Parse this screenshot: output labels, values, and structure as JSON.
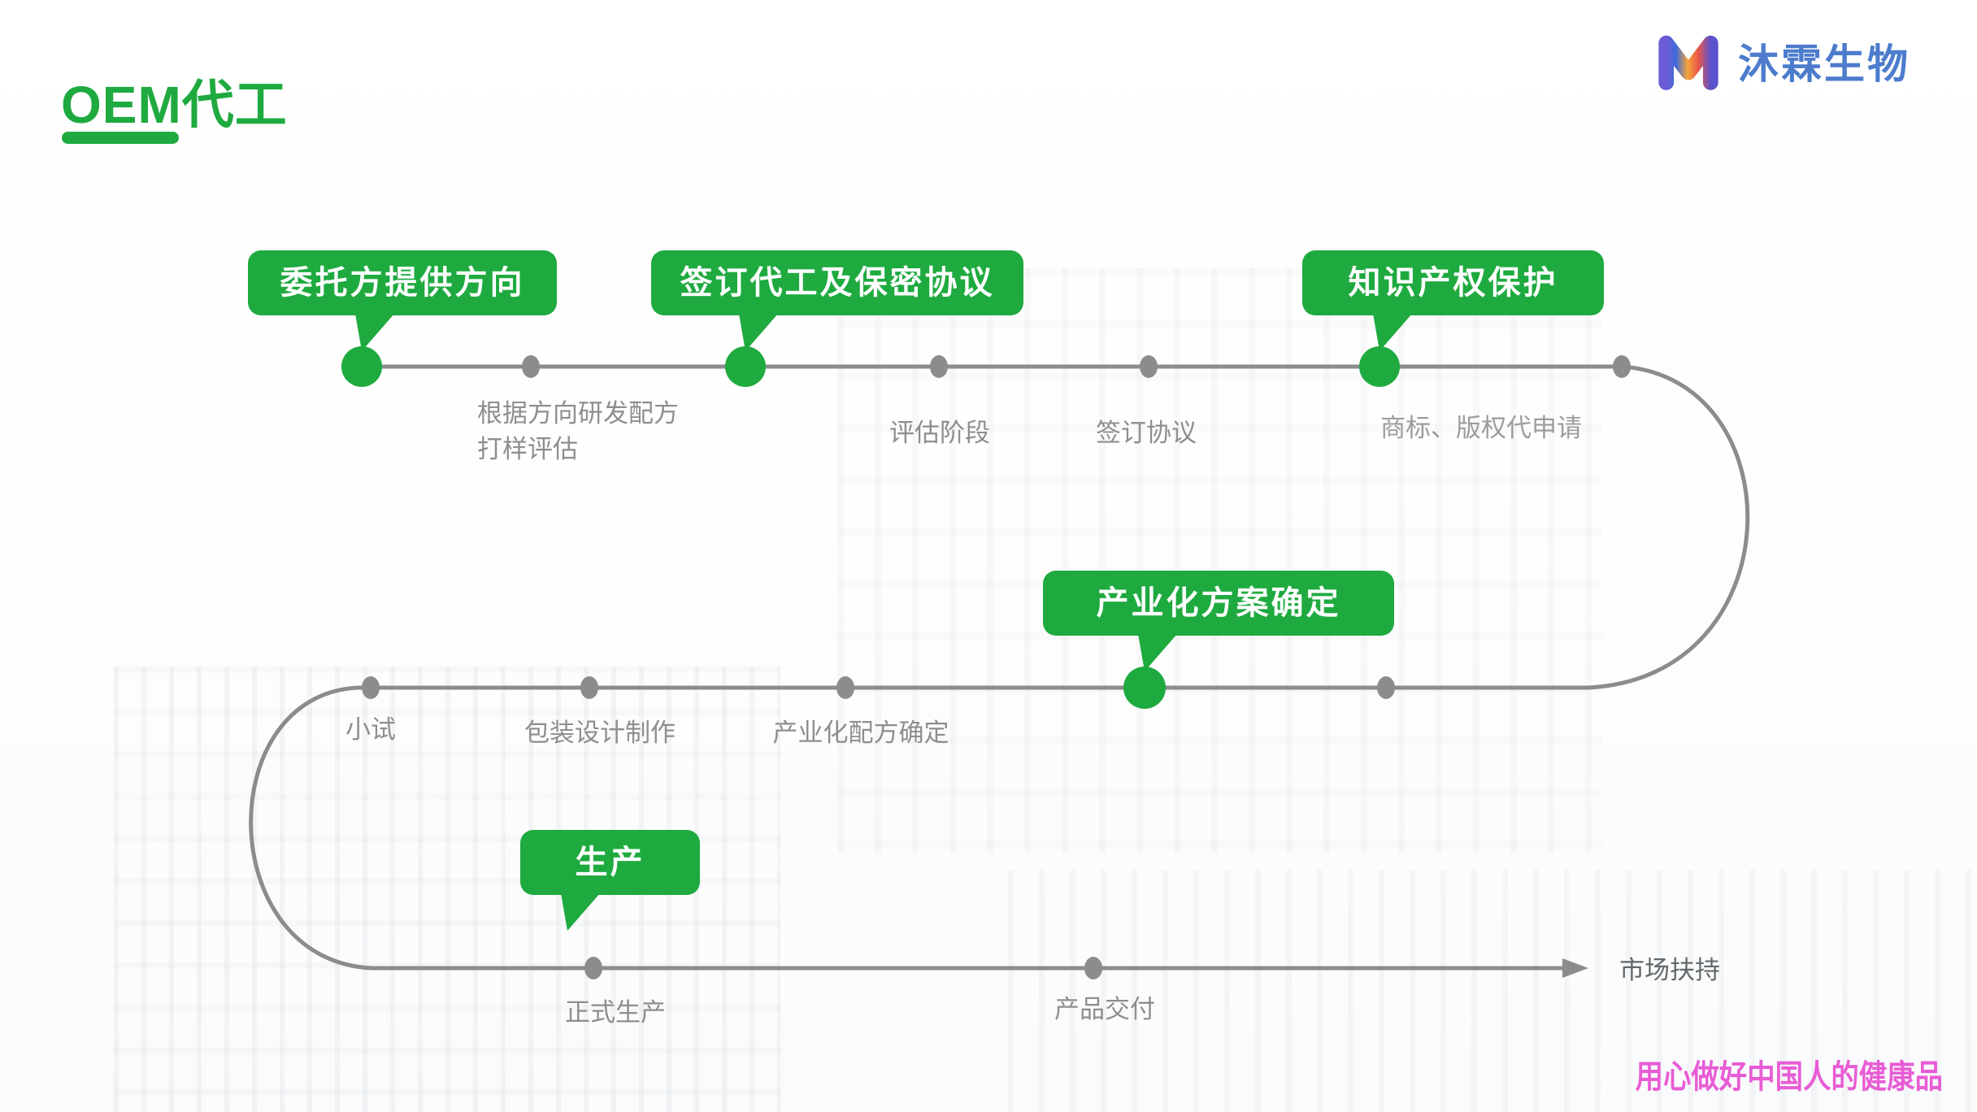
{
  "slide": {
    "title": "OEM代工"
  },
  "logo": {
    "mark": "M",
    "brand": "沐霖生物"
  },
  "slogan": "用心做好中国人的健康品",
  "flow": {
    "stages": [
      {
        "label": "委托方提供方向"
      },
      {
        "label": "签订代工及保密协议"
      },
      {
        "label": "知识产权保护"
      },
      {
        "label": "产业化方案确定"
      },
      {
        "label": "生产"
      }
    ],
    "steps": [
      {
        "label": "根据方向研发配方\n打样评估"
      },
      {
        "label": "评估阶段"
      },
      {
        "label": "签订协议"
      },
      {
        "label": "商标、版权代申请"
      },
      {
        "label": "小试"
      },
      {
        "label": "包装设计制作"
      },
      {
        "label": "产业化配方确定"
      },
      {
        "label": "正式生产"
      },
      {
        "label": "产品交付"
      },
      {
        "label": "市场扶持"
      }
    ]
  },
  "colors": {
    "accent_green": "#1faa40",
    "line_gray": "#8c8c8c",
    "label_gray": "#8e8e8e",
    "label_gray_light": "#9c9c9c",
    "label_gray_dark": "#64686b",
    "slogan_pink": "#e85cd5",
    "logo_blue": "#4d7ccd"
  }
}
